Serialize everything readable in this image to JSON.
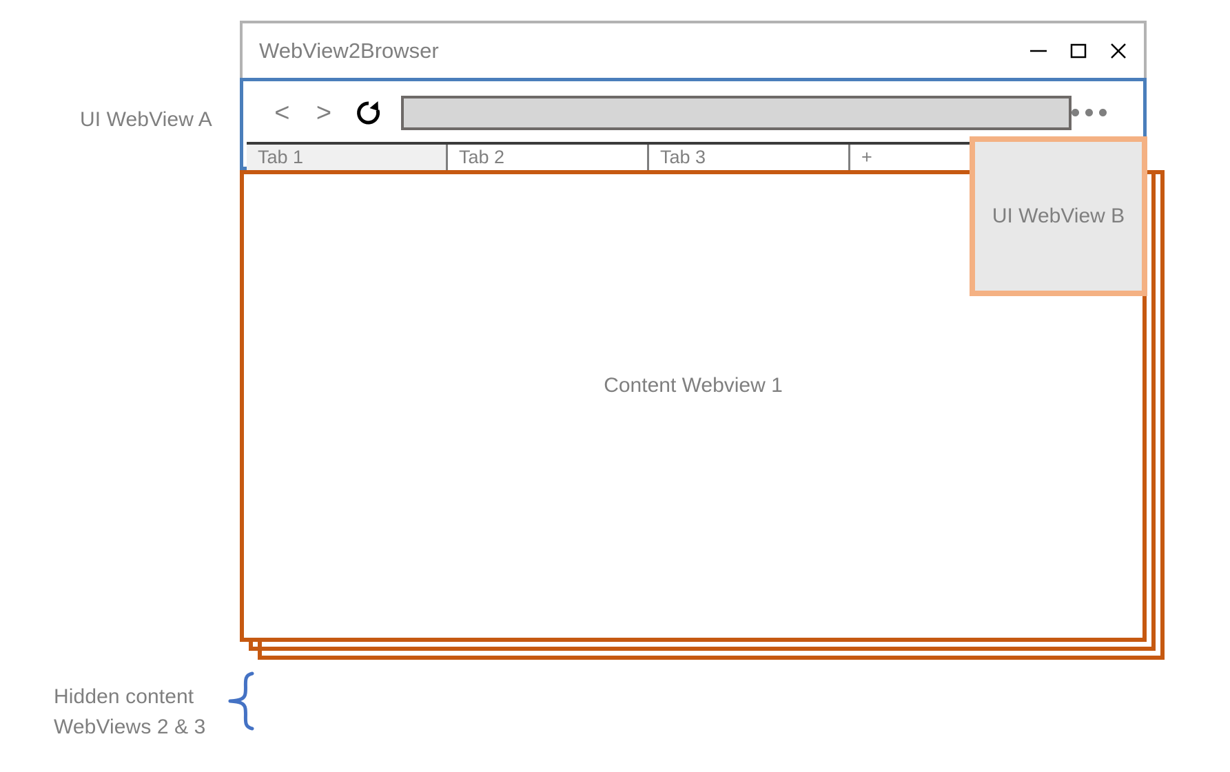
{
  "annotations": {
    "ui_webview_a_label": "UI WebView A",
    "ui_webview_b_label": "UI WebView B",
    "content_webview_label": "Content Webview 1",
    "hidden_content_label": "Hidden content\nWebViews 2 & 3"
  },
  "window": {
    "title": "WebView2Browser",
    "controls": [
      {
        "name": "minimize",
        "glyph": "—"
      },
      {
        "name": "maximize",
        "glyph": "□"
      },
      {
        "name": "close",
        "glyph": "✕"
      }
    ]
  },
  "toolbar": {
    "back_label": "<",
    "forward_label": ">",
    "reload_label": "reload",
    "address_value": "",
    "address_placeholder": "",
    "menu_label": "..."
  },
  "tabs": [
    {
      "label": "Tab 1",
      "selected": true
    },
    {
      "label": "Tab 2",
      "selected": false
    },
    {
      "label": "Tab 3",
      "selected": false
    }
  ],
  "new_tab": {
    "label": "+"
  },
  "colors": {
    "ui_webview_a_border": "#4a7ebb",
    "ui_webview_b_border": "#f4b183",
    "ui_webview_b_fill": "#e8e8e8",
    "content_border": "#c65911",
    "window_frame": "#b3b3b3",
    "text_gray": "#7f7f7f",
    "address_fill": "#d6d6d6",
    "address_border": "#6e6a68",
    "tab_divider": "#7f7f7f",
    "tab_selected_fill": "#f0f0f0",
    "brace": "#4472c4"
  }
}
